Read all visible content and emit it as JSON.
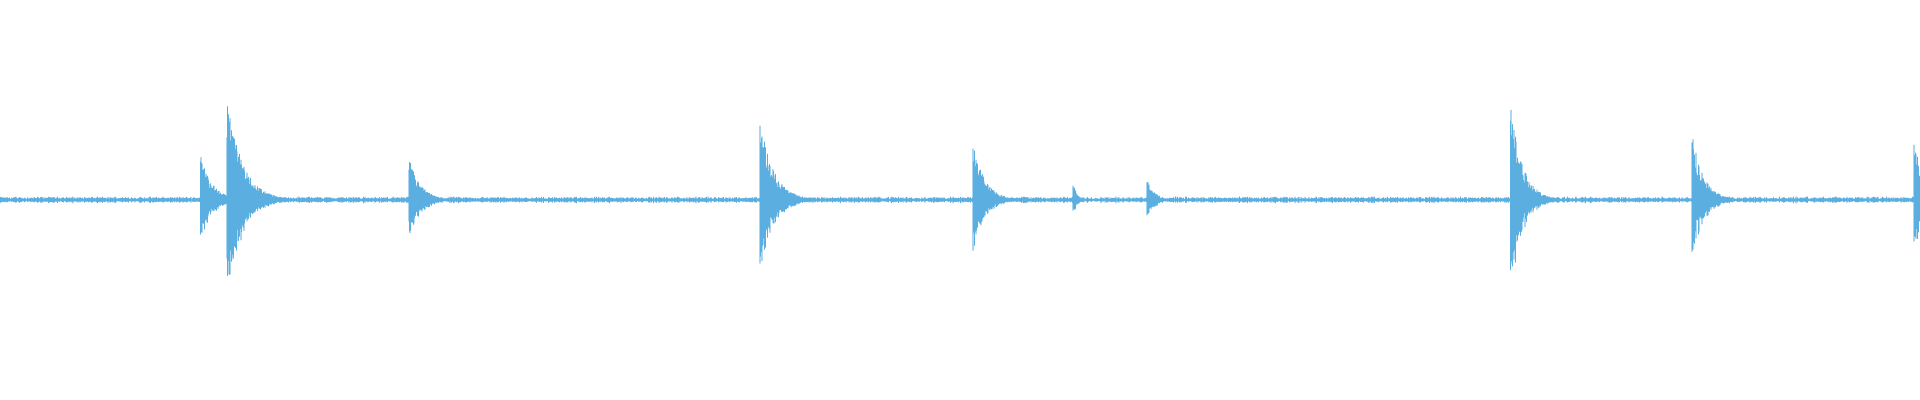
{
  "waveform": {
    "color": "#5aaee0",
    "background": "#ffffff",
    "noise_level": 0.012,
    "transients": [
      {
        "position": 0.1048,
        "amplitude": 0.22,
        "decay": 0.006
      },
      {
        "position": 0.1186,
        "amplitude": 0.5,
        "decay": 0.008
      },
      {
        "position": 0.2134,
        "amplitude": 0.2,
        "decay": 0.006
      },
      {
        "position": 0.3962,
        "amplitude": 0.4,
        "decay": 0.007
      },
      {
        "position": 0.5071,
        "amplitude": 0.28,
        "decay": 0.006
      },
      {
        "position": 0.5592,
        "amplitude": 0.08,
        "decay": 0.002
      },
      {
        "position": 0.5978,
        "amplitude": 0.1,
        "decay": 0.004
      },
      {
        "position": 0.7872,
        "amplitude": 0.48,
        "decay": 0.006
      },
      {
        "position": 0.8816,
        "amplitude": 0.32,
        "decay": 0.006
      },
      {
        "position": 0.9973,
        "amplitude": 0.32,
        "decay": 0.004
      }
    ]
  }
}
